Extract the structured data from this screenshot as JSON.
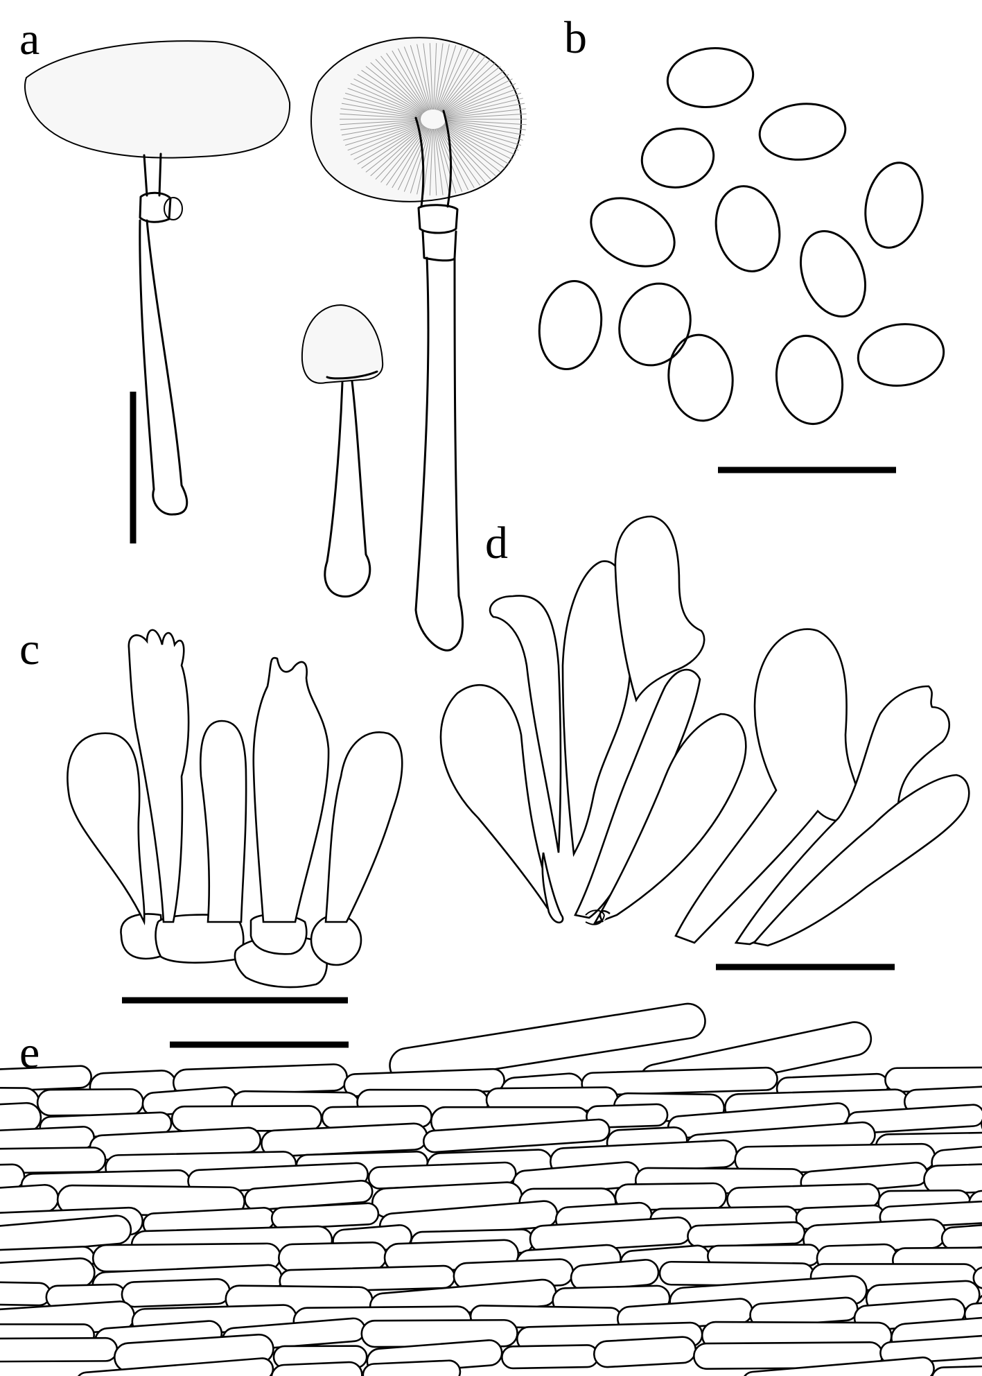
{
  "figure": {
    "panels": [
      {
        "id": "a",
        "label": "a",
        "content": "basidiomata"
      },
      {
        "id": "b",
        "label": "b",
        "content": "basidiospores"
      },
      {
        "id": "c",
        "label": "c",
        "content": "basidia"
      },
      {
        "id": "d",
        "label": "d",
        "content": "cheilocystidia"
      },
      {
        "id": "e",
        "label": "e",
        "content": "pileipellis"
      }
    ],
    "colors": {
      "ink": "#000000",
      "background": "#ffffff",
      "gill_lines": "#9a9a9a"
    }
  }
}
